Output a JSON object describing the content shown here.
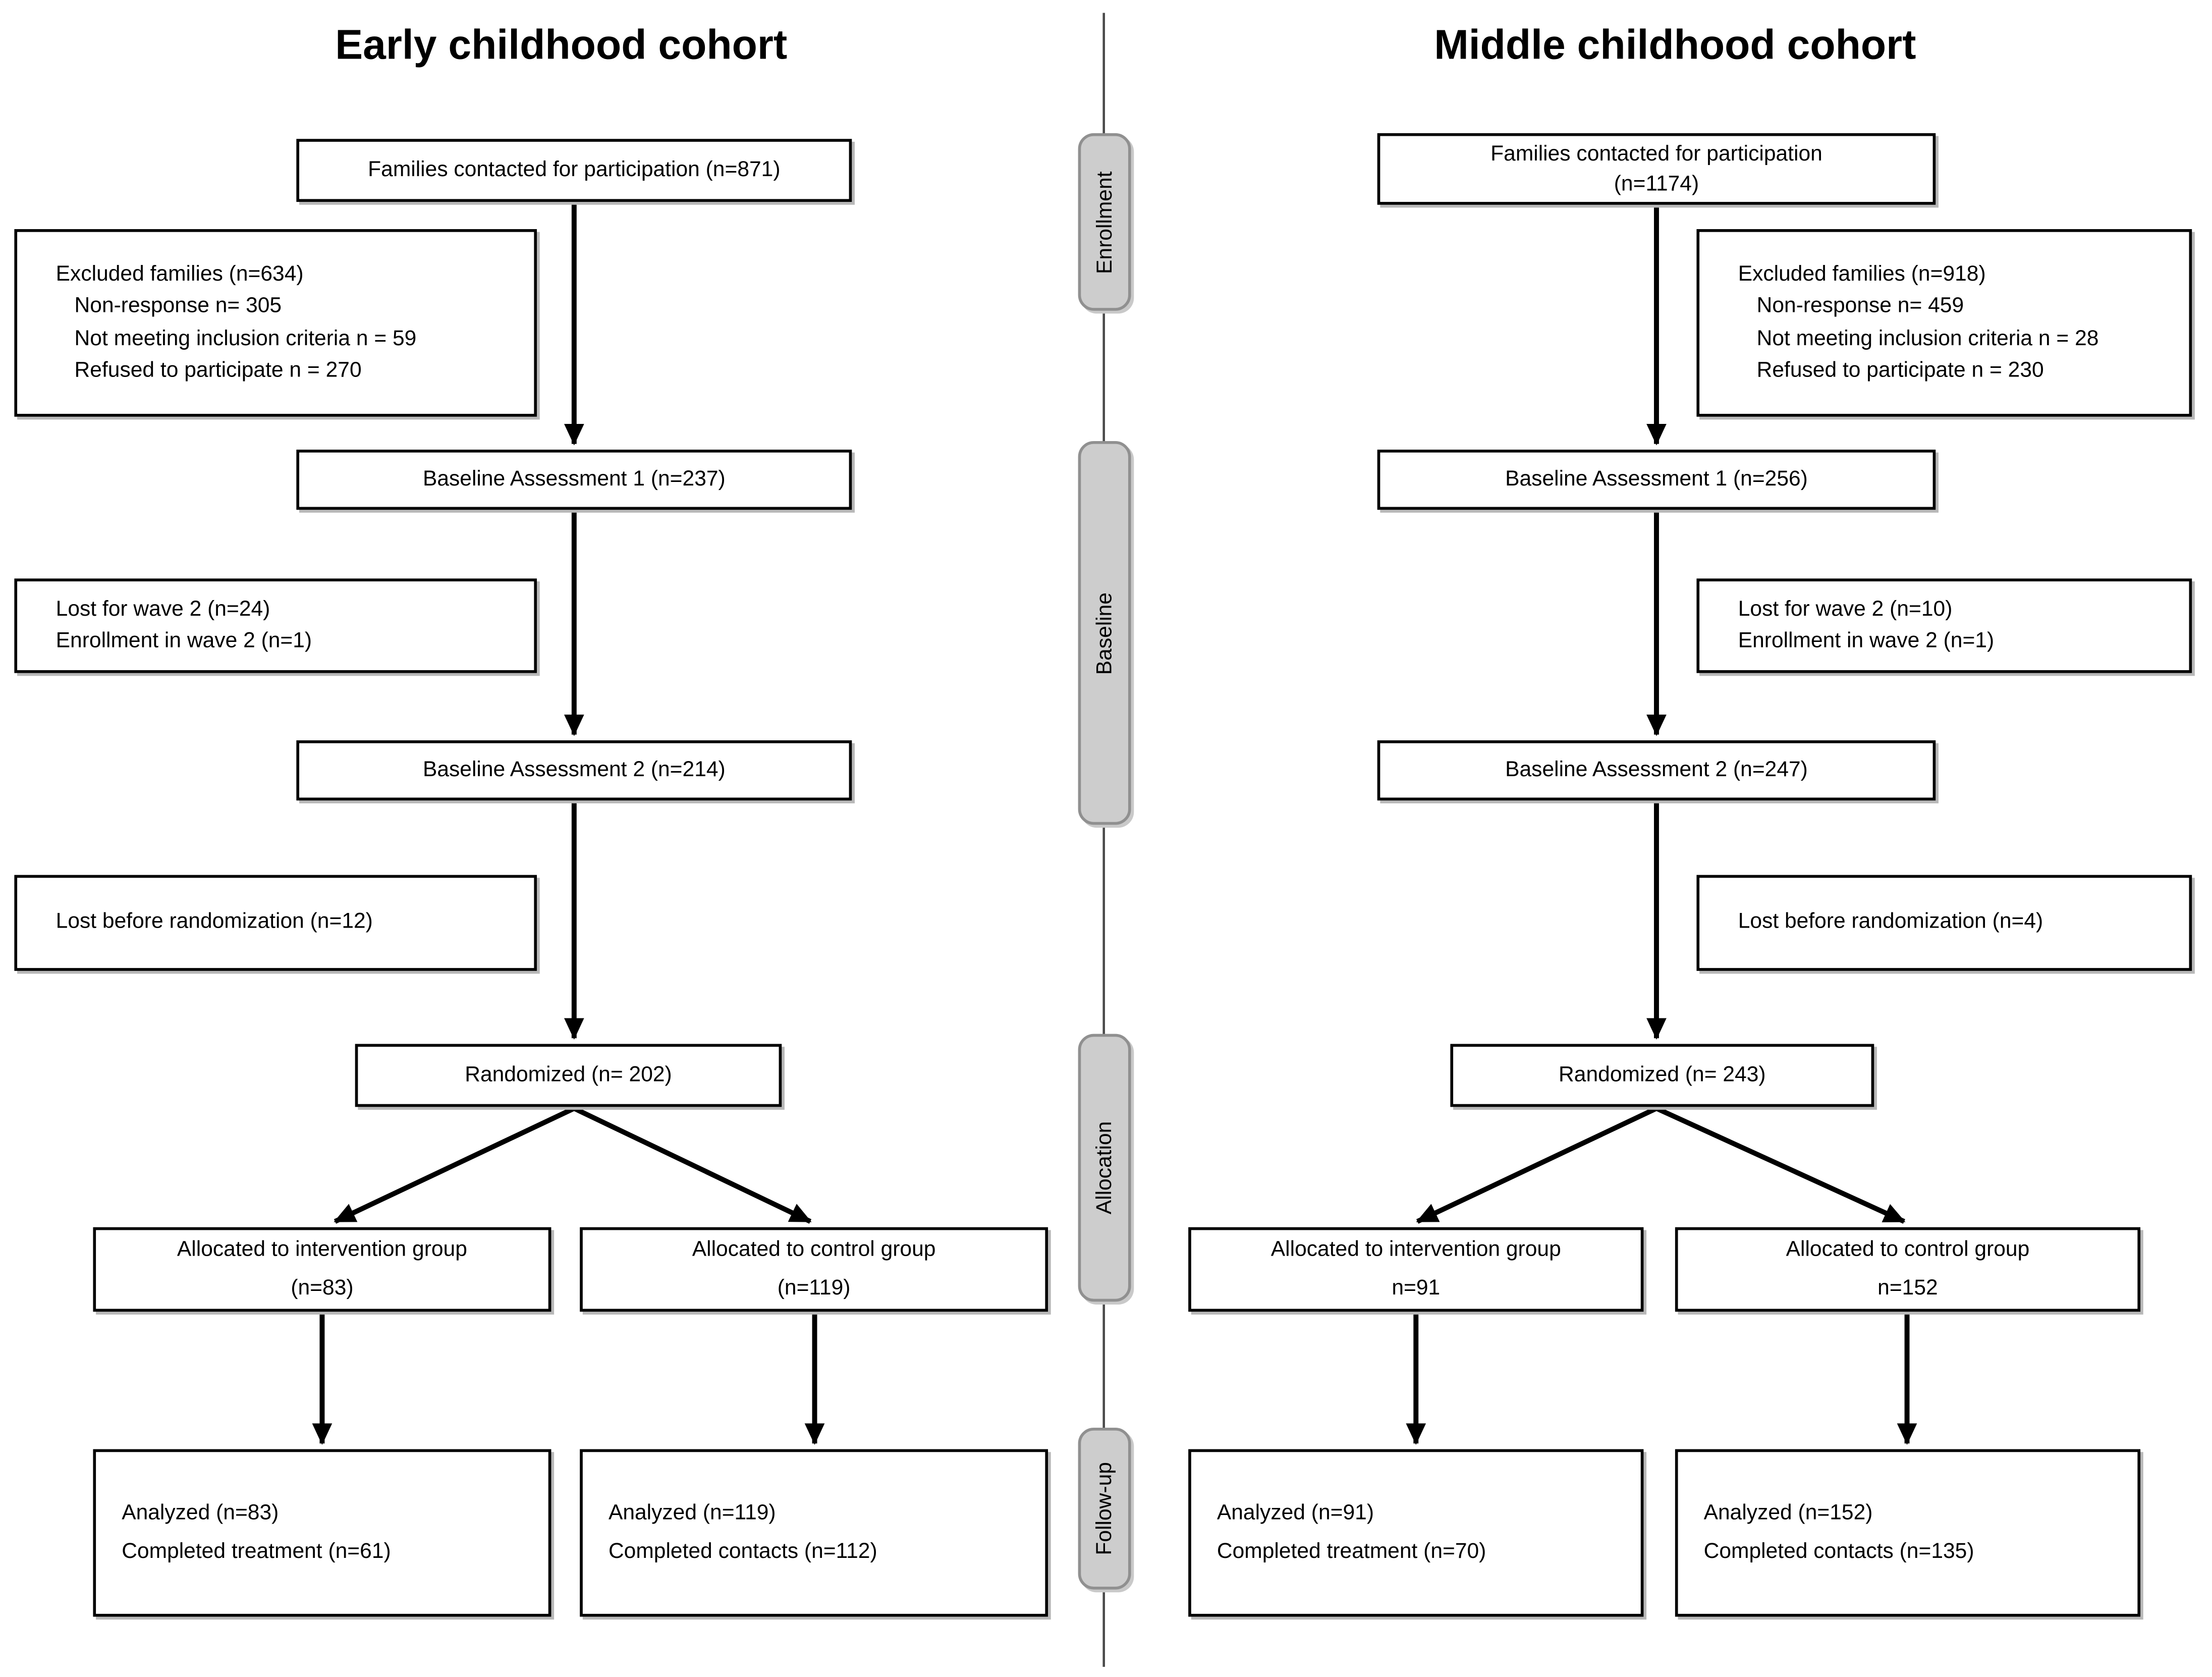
{
  "spine": {
    "labels": [
      "Enrollment",
      "Baseline",
      "Allocation",
      "Follow-up"
    ]
  },
  "cohorts": [
    {
      "title": "Early childhood cohort",
      "contacted": [
        "Families contacted for participation (n=871)"
      ],
      "excluded": [
        "Excluded families (n=634)",
        "Non-response n= 305",
        "Not meeting inclusion criteria n = 59",
        "Refused to participate n = 270"
      ],
      "baseline1": "Baseline Assessment 1 (n=237)",
      "lost_wave2": [
        "Lost for wave 2 (n=24)",
        "Enrollment in wave 2 (n=1)"
      ],
      "baseline2": "Baseline Assessment 2 (n=214)",
      "lost_before_randomization": "Lost before randomization (n=12)",
      "randomized": "Randomized (n= 202)",
      "allocated_intervention": [
        "Allocated to intervention group",
        "(n=83)"
      ],
      "allocated_control": [
        "Allocated to control group",
        "(n=119)"
      ],
      "analyzed_intervention": [
        "Analyzed (n=83)",
        "Completed treatment (n=61)"
      ],
      "analyzed_control": [
        "Analyzed (n=119)",
        "Completed contacts (n=112)"
      ]
    },
    {
      "title": "Middle childhood cohort",
      "contacted": [
        "Families contacted for participation",
        "(n=1174)"
      ],
      "excluded": [
        "Excluded families (n=918)",
        "Non-response n= 459",
        "Not meeting inclusion criteria n = 28",
        "Refused to participate n = 230"
      ],
      "baseline1": "Baseline Assessment 1 (n=256)",
      "lost_wave2": [
        "Lost for wave 2 (n=10)",
        "Enrollment in wave 2 (n=1)"
      ],
      "baseline2": "Baseline Assessment 2 (n=247)",
      "lost_before_randomization": "Lost before randomization (n=4)",
      "randomized": "Randomized (n= 243)",
      "allocated_intervention": [
        "Allocated to intervention group",
        "n=91"
      ],
      "allocated_control": [
        "Allocated to control group",
        "n=152"
      ],
      "analyzed_intervention": [
        "Analyzed (n=91)",
        "Completed treatment (n=70)"
      ],
      "analyzed_control": [
        "Analyzed (n=152)",
        "Completed contacts (n=135)"
      ]
    }
  ],
  "colors": {
    "box_fill": "#ffffff",
    "box_border": "#000000",
    "spine_fill": "#cdcdcd",
    "spine_border": "#909090",
    "arrow": "#000000"
  }
}
